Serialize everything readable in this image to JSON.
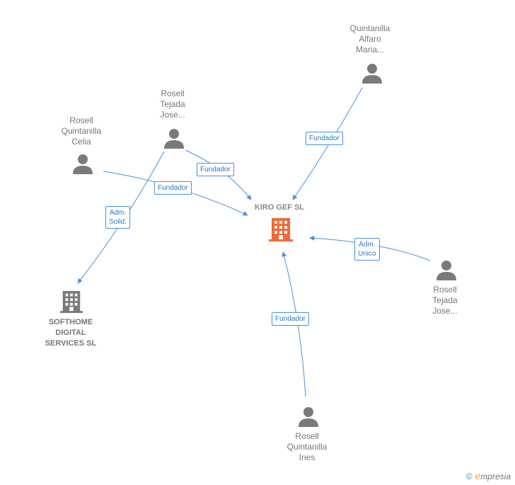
{
  "colors": {
    "edge": "#4a90d9",
    "person_icon": "#7a7a7a",
    "company_icon": "#7a7a7a",
    "main_company_icon": "#f06a35"
  },
  "nodes": {
    "main_company": "KIRO GEF  SL",
    "softhome": "SOFTHOME\nDIGITAL\nSERVICES  SL",
    "quintanilla_alfaro": "Quintanilla\nAlfaro\nMaria...",
    "rosell_tejada_top": "Rosell\nTejada\nJose...",
    "rosell_quintanilla_celia": "Rosell\nQuintanilla\nCelia",
    "rosell_tejada_right": "Rosell\nTejada\nJose...",
    "rosell_quintanilla_ines": "Rosell\nQuintanilla\nInes"
  },
  "edges": {
    "fundador_1": "Fundador",
    "fundador_2": "Fundador",
    "fundador_3": "Fundador",
    "adm_solid": "Adm.\nSolid.",
    "adm_unico": "Adm.\nUnico",
    "fundador_4": "Fundador"
  },
  "footer": {
    "copyright": "©",
    "brand_initial": "e",
    "brand_rest": "mpresia"
  }
}
